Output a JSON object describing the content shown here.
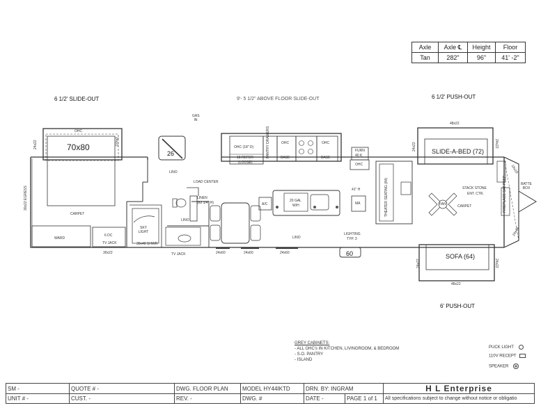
{
  "spec_table": {
    "headers": [
      "Axle",
      "Axle ℄",
      "Height",
      "Floor"
    ],
    "row": [
      "Tan",
      "282\"",
      "96\"",
      "41' -2\""
    ]
  },
  "headings": {
    "left_slide": "6 1/2' SLIDE-OUT",
    "center_slide": "9'- 5 1/2\" ABOVE FLOOR SLIDE-OUT",
    "right_push_top": "6 1/2' PUSH-OUT",
    "right_push_bottom": "6' PUSH-OUT"
  },
  "plan_labels": {
    "ohc_bed": "OHC",
    "bed": "70x80",
    "dim_24x22_a": "24x22",
    "dim_24x22_b": "24x22",
    "carpet_bed": "CARPET",
    "egress": "30x22 EGRESS",
    "ward": "WARD",
    "six_dc": "6 DC",
    "tv_jack": "TV JACK",
    "dim_30x22": "30x22",
    "gas_in": "GAS IN",
    "stair_26": "26",
    "lino_1": "LINO",
    "load_center": "LOAD CENTER",
    "linen": "LINEN",
    "linen_h": "(62 1/4\" H)",
    "lino_2": "LINO",
    "sky_light": "SKY LIGHT",
    "shower": "30x48 SHWR",
    "tv_jack_2": "TV JACK",
    "ohc_18": "OHC (18\" D)",
    "refer": "18 REFER",
    "refer_loose": "(LOOSE)",
    "pantry": "PANTRY DRAWERS",
    "ohc_k1": "OHC",
    "base_1": "BASE",
    "ohc_k2": "OHC",
    "base_2": "BASE",
    "furn": "FURN",
    "furn_40": "40 K",
    "ohc_ent": "OHC",
    "ac": "A/C",
    "gal": "20 GAL",
    "wh": "W/H",
    "ma": "MA",
    "h41": "41\" H",
    "theater": "THEATER SEATING (84)",
    "lino_3": "LINO",
    "lighting": "LIGHTING",
    "lighting_typ": "TYP. 3",
    "dim_24x60_a": "24x60",
    "dim_24x60_b": "24x60",
    "dim_24x60_c": "24x60",
    "door_60": "60",
    "slide_a_bed": "SLIDE-A-BED (72)",
    "dim_48x22_top": "48x22",
    "dim_24x22_c": "24x22",
    "dim_24x22_d": "24x22",
    "fan": "FAN",
    "stack_stone": "STACK STONE",
    "ent_ctr": "ENT. CTR.",
    "carpet_living": "CARPET",
    "fireplace": "FIREPLACE SAT PREP",
    "dim_18x18": "18x18",
    "batte_box": "BATTE BOX",
    "sofa": "SOFA (64)",
    "dim_48x22_bottom": "48x22",
    "dim_24x22_e": "24x22",
    "dim_24x22_f": "24x22",
    "dim_24x48": "24x48"
  },
  "notes": {
    "heading": "GREY CABINETS:",
    "items": [
      "- ALL OHC's IN KITCHEN, LIVINGROOM, & BEDROOM",
      "- S.O. PANTRY",
      "- ISLAND"
    ]
  },
  "legend": {
    "puck_light": "PUCK LIGHT",
    "receptacle": "110V RECEPT",
    "speaker": "SPEAKER"
  },
  "title_block": {
    "sm": "SM   -",
    "quote": "QUOTE #   -",
    "dwg": "DWG.   FLOOR PLAN",
    "model": "MODEL   HY44IKTD",
    "drn": "DRN. BY:     INGRAM",
    "brand": "H L Enterprise",
    "unit": "UNIT #   -",
    "cust": "CUST.   -",
    "rev": "REV.   -",
    "dwg_no": "DWG. #",
    "date": "DATE   -",
    "page": "PAGE 1 of 1",
    "disclaimer": "All specifications subject to change without notice or obligatio"
  }
}
